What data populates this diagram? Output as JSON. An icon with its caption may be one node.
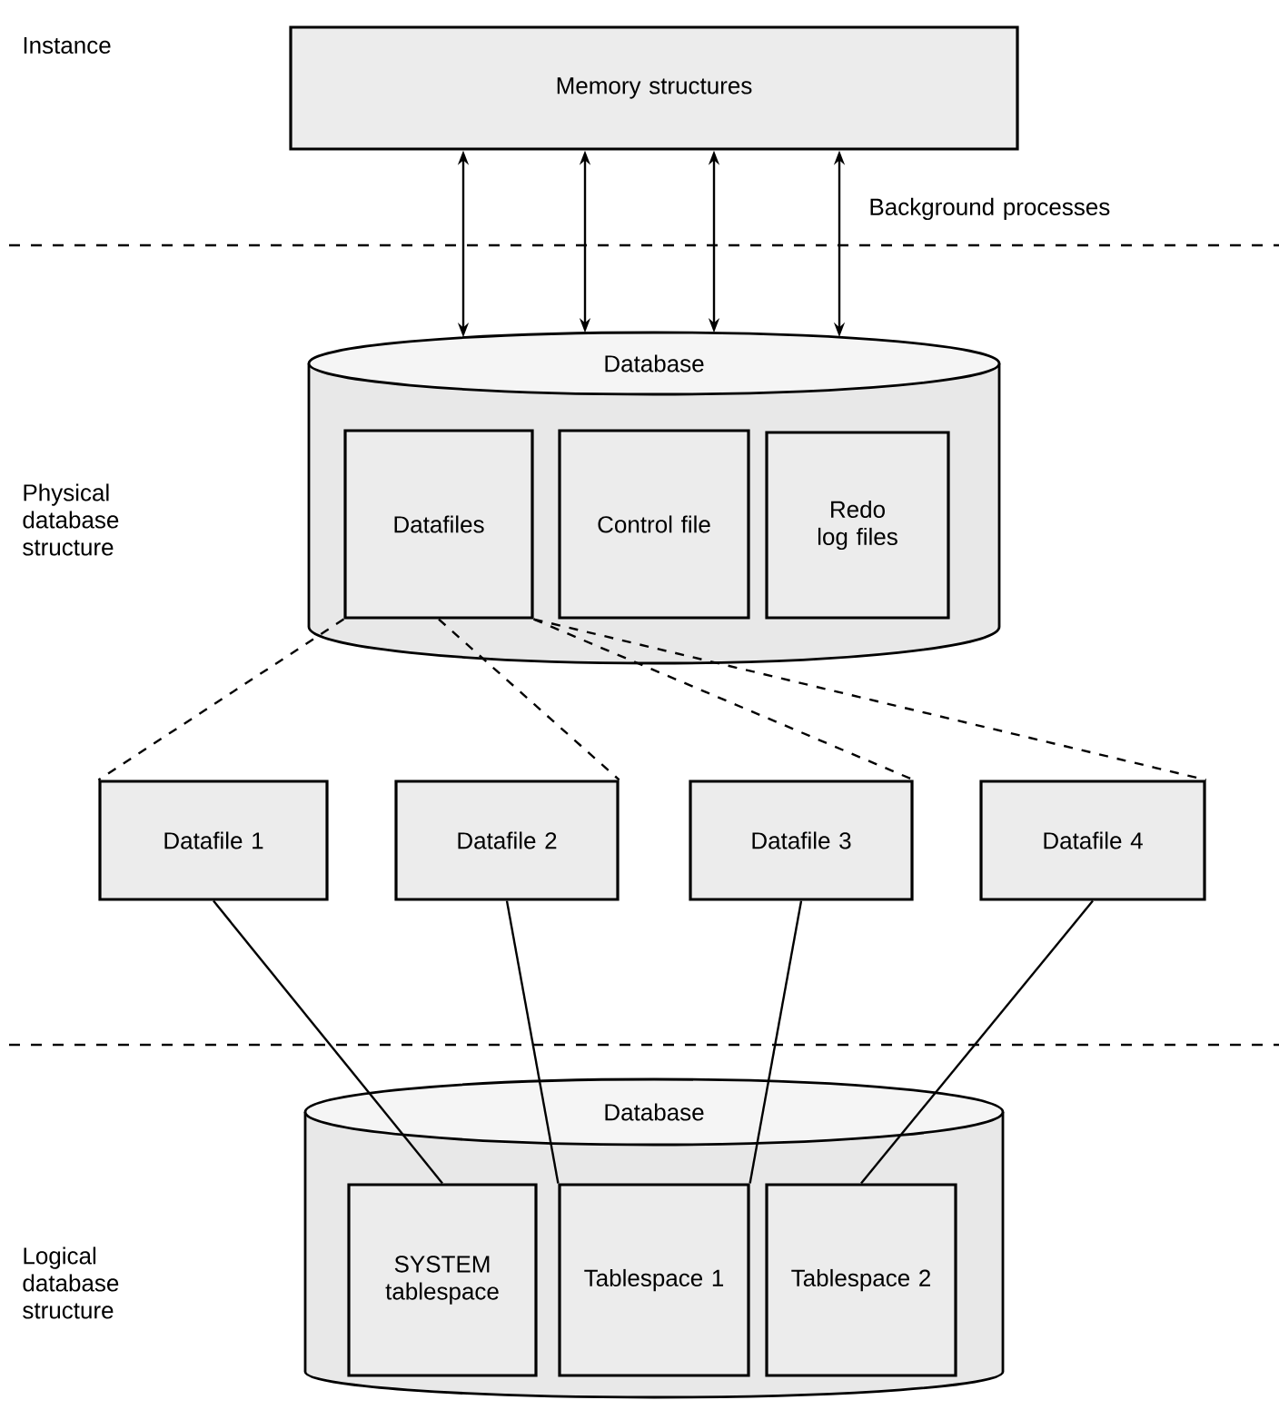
{
  "diagram": {
    "nodes": [
      {
        "text": [
          "Memory structures"
        ]
      },
      {
        "text": [
          "Database"
        ]
      },
      {
        "text": [
          "Datafiles"
        ],
        "in": 1
      },
      {
        "text": [
          "Control file"
        ],
        "in": 1
      },
      {
        "text": [
          "Redo log files"
        ],
        "in": 1
      },
      {
        "text": [
          "Datafile 1"
        ]
      },
      {
        "text": [
          "Datafile 2"
        ]
      },
      {
        "text": [
          "Datafile 3"
        ]
      },
      {
        "text": [
          "Datafile 4"
        ]
      },
      {
        "text": [
          "Database"
        ]
      },
      {
        "text": [
          "SYSTEM tablespace"
        ],
        "in": 9
      },
      {
        "text": [
          "Tablespace 1"
        ],
        "in": 9
      },
      {
        "text": [
          "Tablespace 2"
        ],
        "in": 9
      }
    ],
    "edges": [
      {
        "from": 0,
        "to": 1,
        "arrow": "both"
      },
      {
        "from": 0,
        "to": 1,
        "arrow": "both"
      },
      {
        "from": 0,
        "to": 1,
        "arrow": "both"
      },
      {
        "from": 0,
        "to": 1,
        "arrow": "both"
      },
      {
        "from": 2,
        "to": 5,
        "arrow": "none",
        "style": "dashed"
      },
      {
        "from": 2,
        "to": 6,
        "arrow": "none",
        "style": "dashed"
      },
      {
        "from": 2,
        "to": 7,
        "arrow": "none",
        "style": "dashed"
      },
      {
        "from": 2,
        "to": 8,
        "arrow": "none",
        "style": "dashed"
      },
      {
        "from": 5,
        "to": 10,
        "arrow": "none"
      },
      {
        "from": 6,
        "to": 11,
        "arrow": "none"
      },
      {
        "from": 7,
        "to": 11,
        "arrow": "none"
      },
      {
        "from": 8,
        "to": 12,
        "arrow": "none"
      }
    ],
    "labels": [
      "Instance",
      "Background processes",
      "Physical database structure",
      "Logical database structure"
    ]
  }
}
